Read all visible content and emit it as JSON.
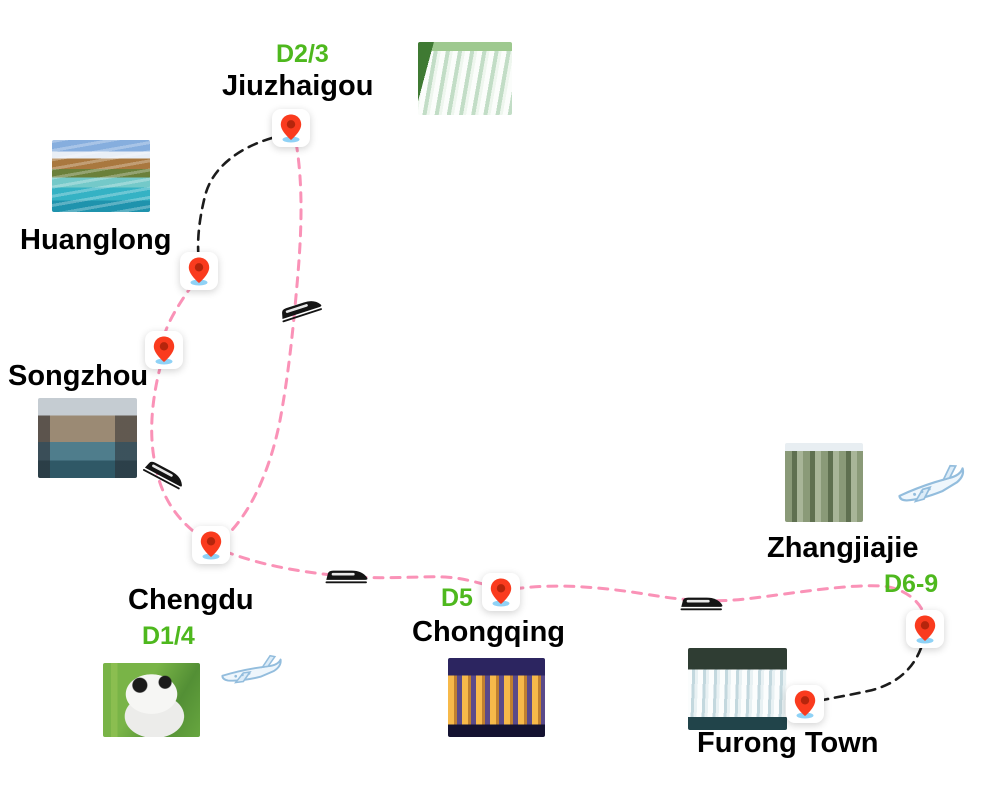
{
  "locations": [
    {
      "name": "Jiuzhaigou",
      "day": "D2/3"
    },
    {
      "name": "Huanglong",
      "day": ""
    },
    {
      "name": "Songzhou",
      "day": ""
    },
    {
      "name": "Chengdu",
      "day": "D1/4"
    },
    {
      "name": "Chongqing",
      "day": "D5"
    },
    {
      "name": "Zhangjiajie",
      "day": "D6-9"
    },
    {
      "name": "Furong Town",
      "day": ""
    }
  ],
  "routes": [
    {
      "from": "Jiuzhaigou",
      "to": "Huanglong",
      "line": "black-dashed"
    },
    {
      "from": "Huanglong",
      "to": "Songzhou",
      "line": "pink-dashed"
    },
    {
      "from": "Songzhou",
      "to": "Chengdu",
      "line": "pink-dashed",
      "transport": "train"
    },
    {
      "from": "Chengdu",
      "to": "Jiuzhaigou",
      "line": "pink-dashed",
      "transport": "train"
    },
    {
      "from": "Chengdu",
      "to": "Chongqing",
      "line": "pink-dashed",
      "transport": "train"
    },
    {
      "from": "Chongqing",
      "to": "Zhangjiajie",
      "line": "pink-dashed",
      "transport": "train"
    },
    {
      "from": "Zhangjiajie",
      "to": "Furong Town",
      "line": "black-dashed"
    }
  ],
  "icons": {
    "pin": "location-pin-icon",
    "train": "train-icon",
    "plane": "plane-icon"
  },
  "colors": {
    "route_pink": "#fa92b7",
    "route_black": "#1c1c1c",
    "day_green": "#4eb81e",
    "pin_red": "#fa3b1e",
    "label_black": "#000000",
    "background": "#ffffff"
  }
}
